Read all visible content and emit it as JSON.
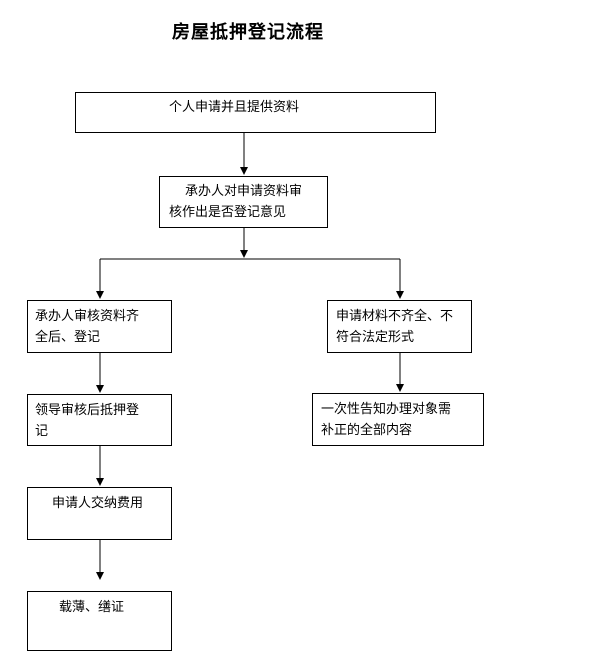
{
  "title": "房屋抵押登记流程",
  "nodes": {
    "apply": [
      "个人申请并且提供资料"
    ],
    "review": [
      "承办人对申请资料审",
      "核作出是否登记意见"
    ],
    "complete_register": [
      "承办人审核资料齐",
      "全后、登记"
    ],
    "leader_register": [
      "领导审核后抵押登",
      "记"
    ],
    "pay_fee": [
      "申请人交纳费用"
    ],
    "issue_certificate": [
      "载薄、缮证"
    ],
    "incomplete": [
      "申请材料不齐全、不",
      "符合法定形式"
    ],
    "notify_supplement": [
      "一次性告知办理对象需",
      "补正的全部内容"
    ]
  }
}
